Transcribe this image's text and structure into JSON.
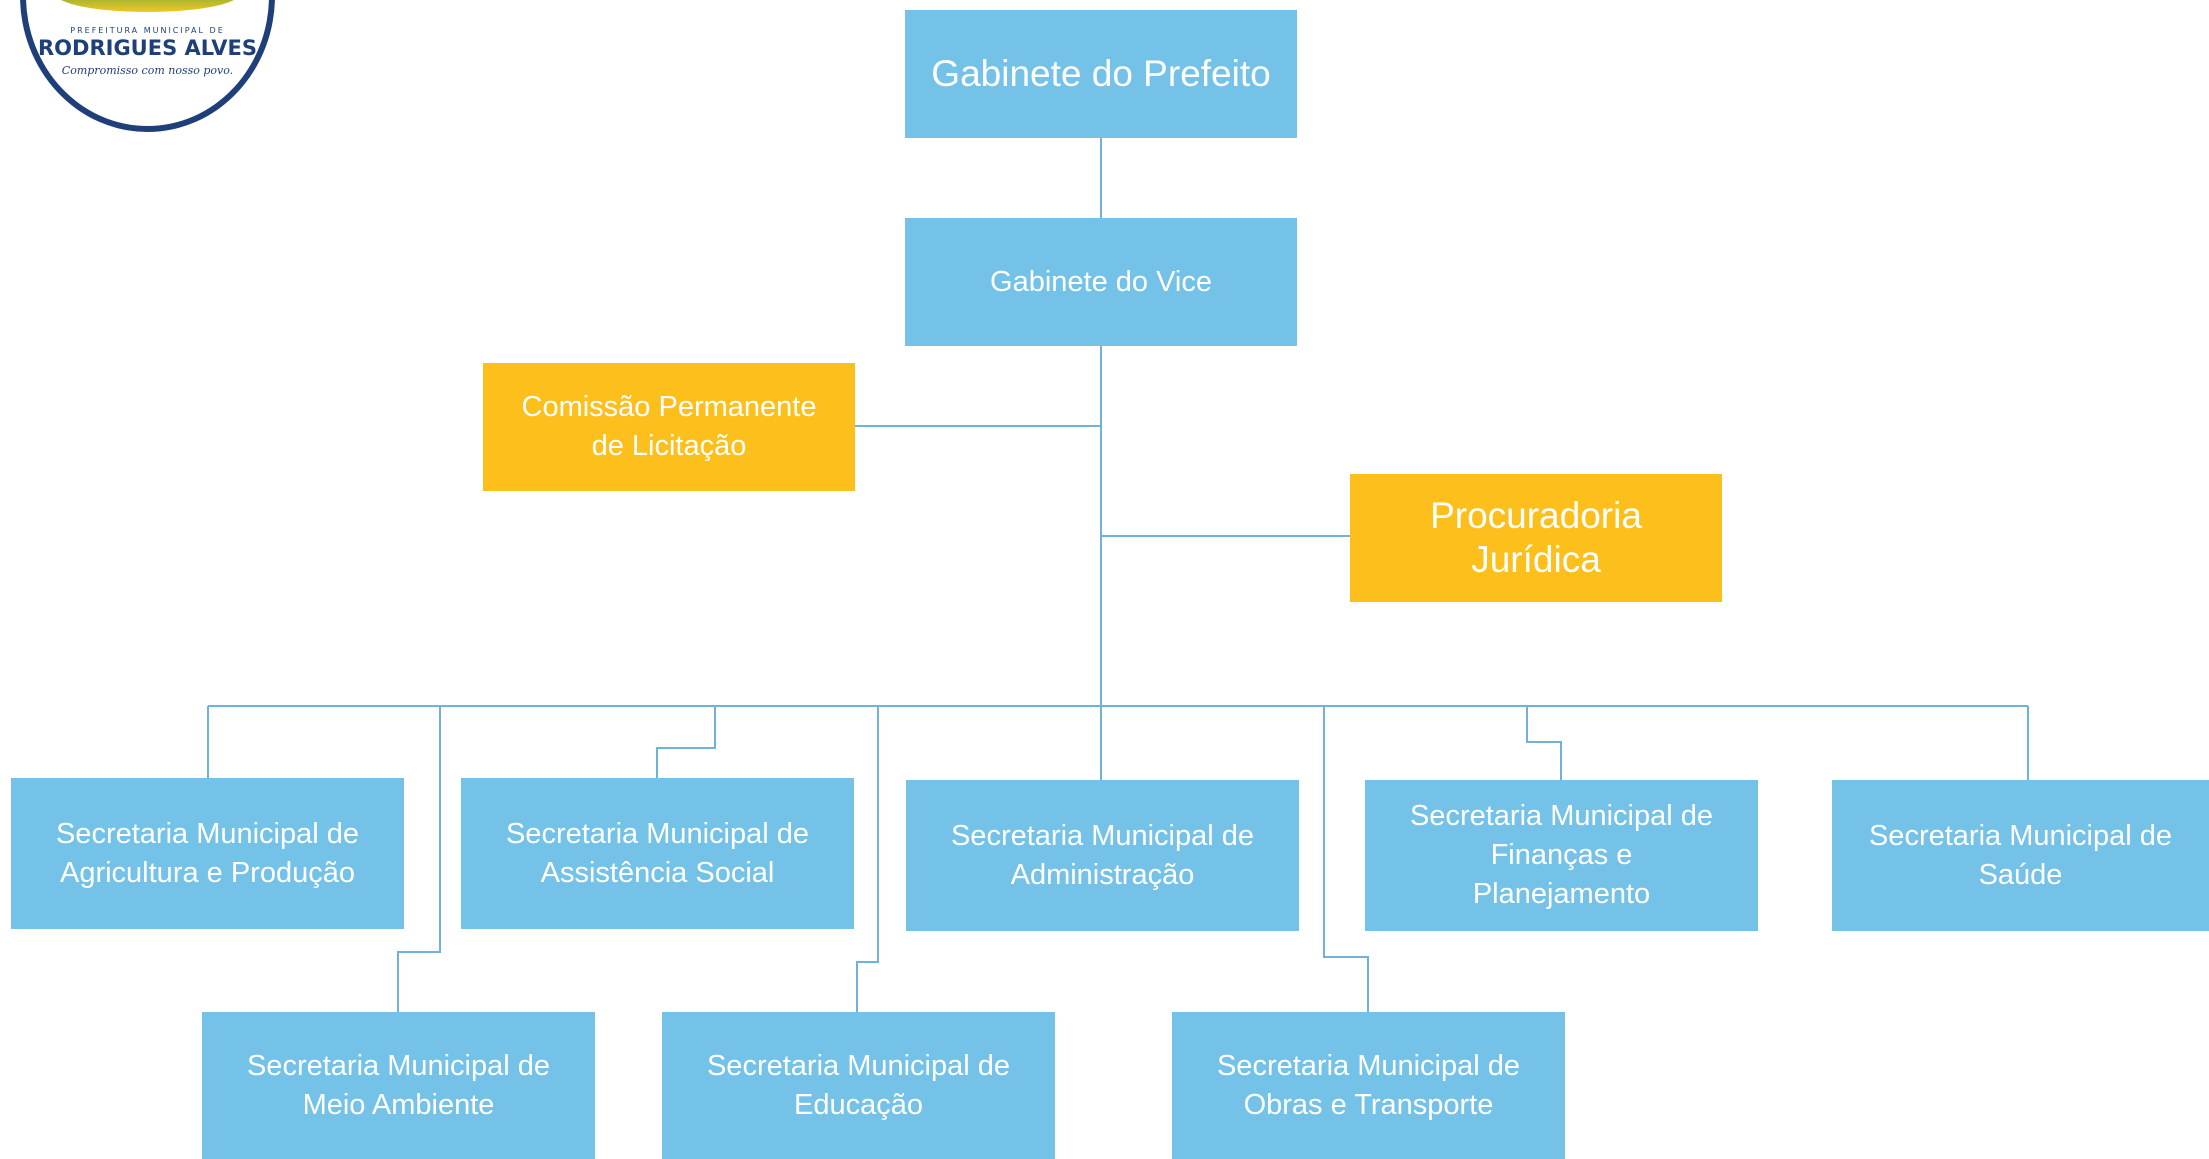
{
  "logo": {
    "municipality_line": "PREFEITURA MUNICIPAL DE",
    "name": "RODRIGUES ALVES",
    "motto": "Compromisso com nosso povo.",
    "colors": {
      "ring": "#1f3f7a",
      "green": "#1a9a4a",
      "yellow": "#f3c623"
    }
  },
  "colors": {
    "unit_box": "#74c2e8",
    "advisory_box": "#fcbf1c",
    "connector": "#6fb3da",
    "text": "#ffffff"
  },
  "nodes": {
    "gabinete_prefeito": "Gabinete do Prefeito",
    "gabinete_vice": "Gabinete do Vice",
    "cpl_line1": "Comissão Permanente",
    "cpl_line2": "de Licitação",
    "procuradoria_line1": "Procuradoria",
    "procuradoria_line2": "Jurídica",
    "agricultura_line1": "Secretaria Municipal de",
    "agricultura_line2": "Agricultura e Produção",
    "assistencia_line1": "Secretaria Municipal de",
    "assistencia_line2": "Assistência Social",
    "administracao_line1": "Secretaria Municipal de",
    "administracao_line2": "Administração",
    "financas_line1": "Secretaria Municipal de",
    "financas_line2": "Finanças e",
    "financas_line3": "Planejamento",
    "saude_line1": "Secretaria Municipal de",
    "saude_line2": "Saúde",
    "meio_ambiente_line1": "Secretaria Municipal de",
    "meio_ambiente_line2": "Meio Ambiente",
    "educacao_line1": "Secretaria Municipal de",
    "educacao_line2": "Educação",
    "obras_line1": "Secretaria Municipal de",
    "obras_line2": "Obras e Transporte"
  }
}
